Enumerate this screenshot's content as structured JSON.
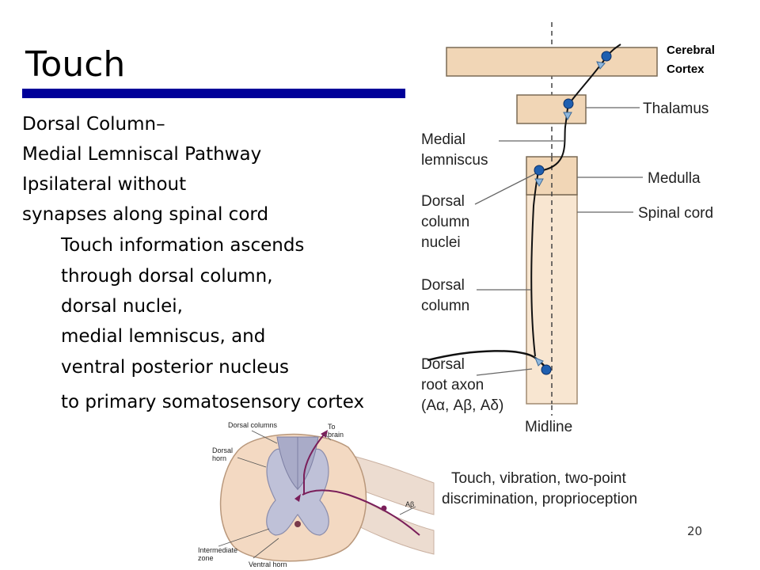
{
  "slide": {
    "title": "Touch",
    "body": [
      "Dorsal Column–",
      "Medial Lemniscal Pathway",
      "Ipsilateral without",
      "synapses along spinal cord",
      "Touch information ascends",
      "through dorsal column,",
      "dorsal nuclei,",
      "medial lemniscus, and",
      "ventral posterior nucleus",
      "to primary somatosensory cortex"
    ],
    "slide_number": "20"
  },
  "pathway_figure": {
    "labels": {
      "cerebral_cortex_1": "Cerebral",
      "cerebral_cortex_2": "Cortex",
      "thalamus": "Thalamus",
      "medial_lemniscus_1": "Medial",
      "medial_lemniscus_2": "lemniscus",
      "medulla": "Medulla",
      "dcn_1": "Dorsal",
      "dcn_2": "column",
      "dcn_3": "nuclei",
      "spinal_cord": "Spinal cord",
      "dorsal_column_1": "Dorsal",
      "dorsal_column_2": "column",
      "dra_1": "Dorsal",
      "dra_2": "root axon",
      "dra_3": "(Aα, Aβ, Aδ)",
      "midline": "Midline"
    },
    "caption_1": "Touch, vibration, two-point",
    "caption_2": "discrimination, proprioception",
    "colors": {
      "block_fill": "#f1d6b6",
      "cord_fill": "#f8e6d1",
      "neuron": "#1f5fb0",
      "terminal": "#8fb7dc"
    }
  },
  "section_figure": {
    "labels": {
      "dorsal_columns": "Dorsal columns",
      "to_brain_1": "To",
      "to_brain_2": "brain",
      "dorsal_horn_1": "Dorsal",
      "dorsal_horn_2": "horn",
      "a_beta": "Aβ",
      "intermediate_zone_1": "Intermediate",
      "intermediate_zone_2": "zone",
      "ventral_horn": "Ventral horn"
    },
    "colors": {
      "white_matter": "#f3d9c2",
      "gray_matter": "#bfc1d8",
      "axon": "#7a1e5a"
    }
  }
}
